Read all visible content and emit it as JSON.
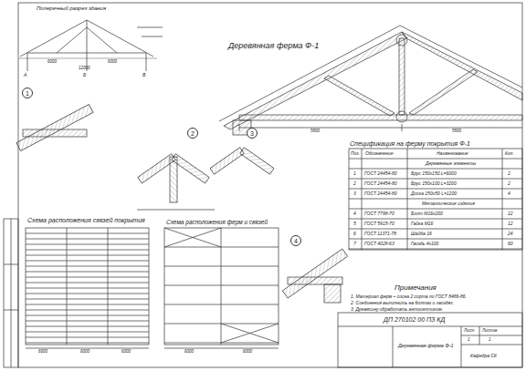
{
  "diagram": {
    "title": "Деревянная ферма Ф-1",
    "nodes": [
      {
        "text": [
          "1"
        ]
      },
      {
        "text": [
          "2"
        ]
      },
      {
        "text": [
          "3"
        ]
      },
      {
        "text": [
          "4"
        ]
      }
    ],
    "labels": [
      "Поперечный разрез здания",
      "Спецификация на ферму покрытия Ф-1",
      "Схема расположения связей покрытия",
      "Схема расположения ферм и связей",
      "Примечания",
      "6000",
      "6000",
      "12000",
      "А",
      "Б",
      "В",
      "5800",
      "5800",
      "6000",
      "6000",
      "6000",
      "6000",
      "6000",
      "Поз.",
      "Обозначение",
      "Наименование",
      "Кол.",
      "Деревянные элементы",
      "1",
      "ГОСТ 24454-80",
      "Брус 150х150 L=6000",
      "2",
      "2",
      "ГОСТ 24454-80",
      "Брус 150х100 L=3200",
      "2",
      "3",
      "ГОСТ 24454-80",
      "Доска 150х50 L=1200",
      "4",
      "Металлические изделия",
      "4",
      "ГОСТ 7798-70",
      "Болт М16х200",
      "12",
      "5",
      "ГОСТ 5915-70",
      "Гайка М16",
      "12",
      "6",
      "ГОСТ 11371-78",
      "Шайба 16",
      "24",
      "7",
      "ГОСТ 4028-63",
      "Гвоздь 4х100",
      "60",
      "1. Материал ферм – сосна 2 сорта по ГОСТ 8486-86.",
      "2. Соединения выполнить на болтах и гвоздях.",
      "3. Древесину обработать антисептиком.",
      "ДП 270102 00 ПЗ КД",
      "Деревянная ферма Ф-1",
      "Лист",
      "Листов",
      "1",
      "1",
      "Кафедра СК"
    ]
  }
}
